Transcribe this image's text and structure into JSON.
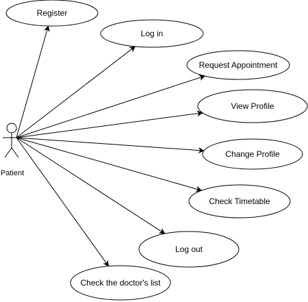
{
  "actor": {
    "name": "Patient"
  },
  "use_cases": [
    {
      "id": "register",
      "label": "Register"
    },
    {
      "id": "log-in",
      "label": "Log in"
    },
    {
      "id": "request-appointment",
      "label": "Request Appointment"
    },
    {
      "id": "view-profile",
      "label": "View Profile"
    },
    {
      "id": "change-profile",
      "label": "Change Profile"
    },
    {
      "id": "check-timetable",
      "label": "Check Timetable"
    },
    {
      "id": "log-out",
      "label": "Log out"
    },
    {
      "id": "check-doctors-list",
      "label": "Check the doctor's list"
    }
  ],
  "associations": [
    {
      "from": "actor",
      "to": "register"
    },
    {
      "from": "actor",
      "to": "log-in"
    },
    {
      "from": "actor",
      "to": "request-appointment"
    },
    {
      "from": "actor",
      "to": "view-profile"
    },
    {
      "from": "actor",
      "to": "change-profile"
    },
    {
      "from": "actor",
      "to": "check-timetable"
    },
    {
      "from": "actor",
      "to": "log-out"
    },
    {
      "from": "actor",
      "to": "check-doctors-list"
    }
  ]
}
